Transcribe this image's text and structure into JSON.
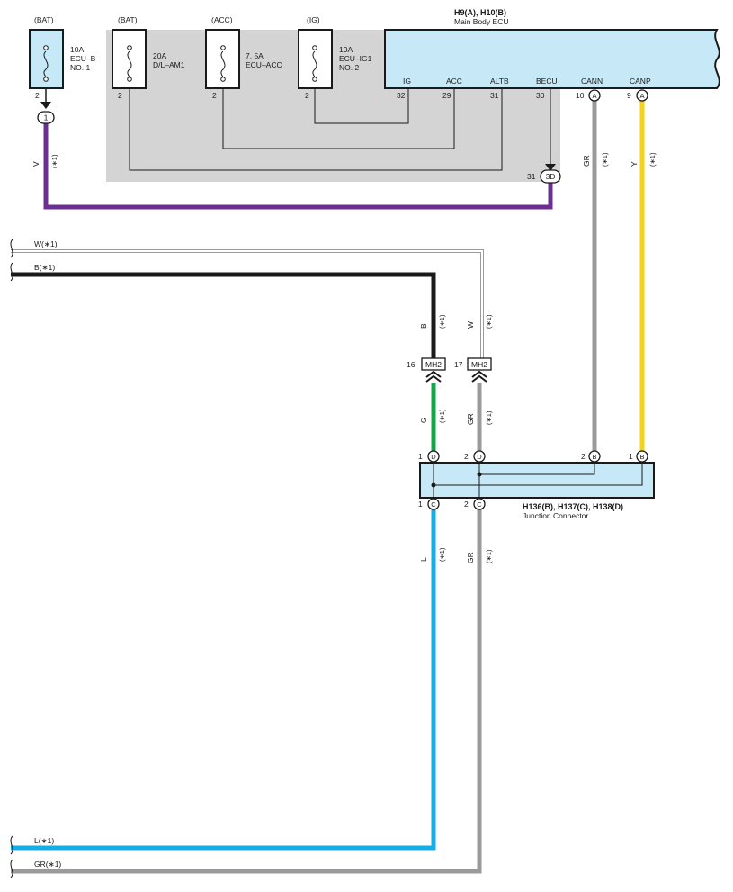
{
  "colors": {
    "violet": "#6b2f94",
    "gray": "#9a9a9a",
    "yellow": "#f2d21a",
    "black": "#1a1a1a",
    "green": "#12a54a",
    "blue": "#12aee8",
    "white_wire": "#bdbdbd",
    "ecu_fill": "#c6e8f7",
    "shade": "#d4d4d4"
  },
  "fuses": [
    {
      "source": "(BAT)",
      "rating": "10A",
      "name1": "ECU–B",
      "name2": "NO. 1",
      "pin": "2"
    },
    {
      "source": "(BAT)",
      "rating": "20A",
      "name1": "D/L–AM1",
      "name2": "",
      "pin": "2"
    },
    {
      "source": "(ACC)",
      "rating": "7. 5A",
      "name1": "ECU–ACC",
      "name2": "",
      "pin": "2"
    },
    {
      "source": "(IG)",
      "rating": "10A",
      "name1": "ECU–IG1",
      "name2": "NO. 2",
      "pin": "2"
    }
  ],
  "ecu": {
    "code": "H9(A), H10(B)",
    "name": "Main Body ECU",
    "terminals": [
      "IG",
      "ACC",
      "ALTB",
      "BECU",
      "CANN",
      "CANP"
    ],
    "pins": [
      "32",
      "29",
      "31",
      "30",
      "10",
      "9"
    ],
    "conn_A": "A"
  },
  "connectors": {
    "c1": "1",
    "c3d": "3D",
    "pin31": "31",
    "mh2": "MH2",
    "pin16": "16",
    "pin17": "17"
  },
  "wire_labels": {
    "v": "V",
    "gr": "GR",
    "y": "Y",
    "b": "B",
    "w": "W",
    "g": "G",
    "l": "L",
    "star": "(∗1)"
  },
  "junction": {
    "code": "H136(B), H137(C), H138(D)",
    "name": "Junction Connector",
    "top_pins": [
      "1",
      "2",
      "2",
      "1"
    ],
    "top_letters": [
      "D",
      "D",
      "B",
      "B"
    ],
    "bottom_pins": [
      "1",
      "2"
    ],
    "bottom_letters": [
      "C",
      "C"
    ]
  },
  "offpage": [
    "W(∗1)",
    "B(∗1)",
    "L(∗1)",
    "GR(∗1)"
  ]
}
